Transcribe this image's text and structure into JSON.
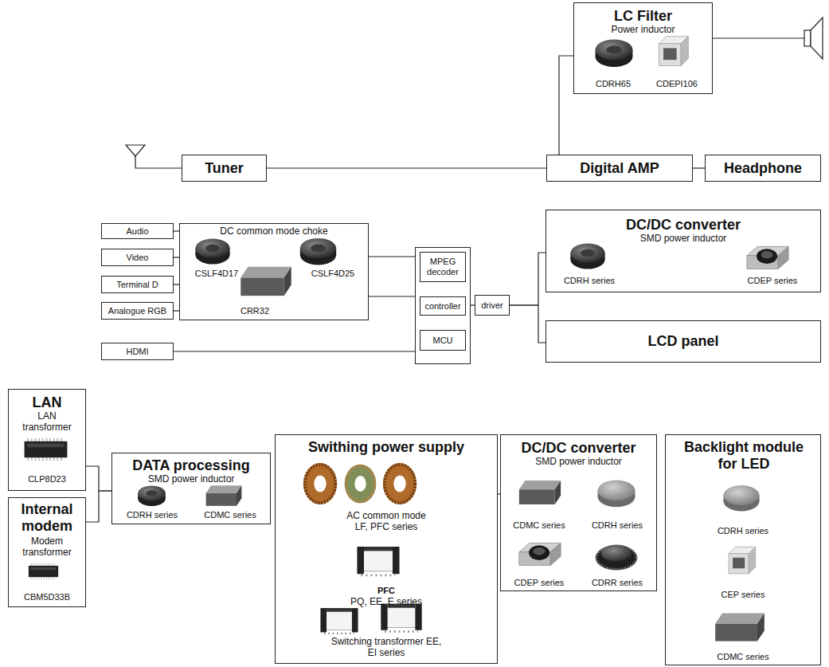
{
  "diagram": {
    "nodes": [
      {
        "text": [
          "LC Filter",
          "Power inductor",
          "CDRH65",
          "CDEPI106"
        ]
      },
      {
        "text": [
          "Tuner"
        ]
      },
      {
        "text": [
          "Digital AMP"
        ]
      },
      {
        "text": [
          "Headphone"
        ]
      },
      {
        "text": [
          "Audio"
        ]
      },
      {
        "text": [
          "Video"
        ]
      },
      {
        "text": [
          "Terminal D"
        ]
      },
      {
        "text": [
          "Analogue RGB"
        ]
      },
      {
        "text": [
          "DC common mode choke",
          "CSLF4D17",
          "CSLF4D25",
          "CRR32"
        ]
      },
      {
        "text": [
          "HDMI"
        ]
      },
      {
        "text": []
      },
      {
        "text": [
          "MPEG decoder"
        ],
        "in": 10
      },
      {
        "text": [
          "controller"
        ],
        "in": 10
      },
      {
        "text": [
          "MCU"
        ],
        "in": 10
      },
      {
        "text": [
          "driver"
        ]
      },
      {
        "text": [
          "DC/DC converter",
          "SMD power inductor",
          "CDRH series",
          "CDEP series"
        ]
      },
      {
        "text": [
          "LCD panel"
        ]
      },
      {
        "text": [
          "LAN",
          "LAN transformer",
          "CLP8D23"
        ]
      },
      {
        "text": [
          "Internal modem",
          "Modem transformer",
          "CBM5D33B"
        ]
      },
      {
        "text": [
          "DATA processing",
          "SMD power inductor",
          "CDRH series",
          "CDMC series"
        ]
      },
      {
        "text": [
          "Swithing power supply",
          "AC common mode LF, PFC series",
          "PFC",
          "PQ, EE, E series",
          "Switching transformer EE, EI series"
        ]
      },
      {
        "text": [
          "DC/DC converter",
          "SMD power inductor",
          "CDMC series",
          "CDRH series",
          "CDEP series",
          "CDRR series"
        ]
      },
      {
        "text": [
          "Backlight module for LED",
          "CDRH series",
          "CEP series",
          "CDMC series"
        ]
      }
    ],
    "edges": [
      {
        "from": 1,
        "to": 2,
        "arrow": "none"
      },
      {
        "from": 2,
        "to": 0,
        "arrow": "none"
      },
      {
        "from": 2,
        "to": 3,
        "arrow": "none"
      },
      {
        "from": 4,
        "to": 8,
        "arrow": "none"
      },
      {
        "from": 5,
        "to": 8,
        "arrow": "none"
      },
      {
        "from": 6,
        "to": 8,
        "arrow": "none"
      },
      {
        "from": 7,
        "to": 8,
        "arrow": "none"
      },
      {
        "from": 8,
        "to": 10,
        "arrow": "none"
      },
      {
        "from": 8,
        "to": 10,
        "arrow": "none"
      },
      {
        "from": 9,
        "to": 10,
        "arrow": "none"
      },
      {
        "from": 10,
        "to": 14,
        "arrow": "none"
      },
      {
        "from": 14,
        "to": 15,
        "arrow": "none"
      },
      {
        "from": 14,
        "to": 16,
        "arrow": "none"
      },
      {
        "from": 17,
        "to": 19,
        "arrow": "none"
      },
      {
        "from": 18,
        "to": 19,
        "arrow": "none"
      },
      {
        "from": 20,
        "to": 21,
        "arrow": "none"
      }
    ]
  }
}
